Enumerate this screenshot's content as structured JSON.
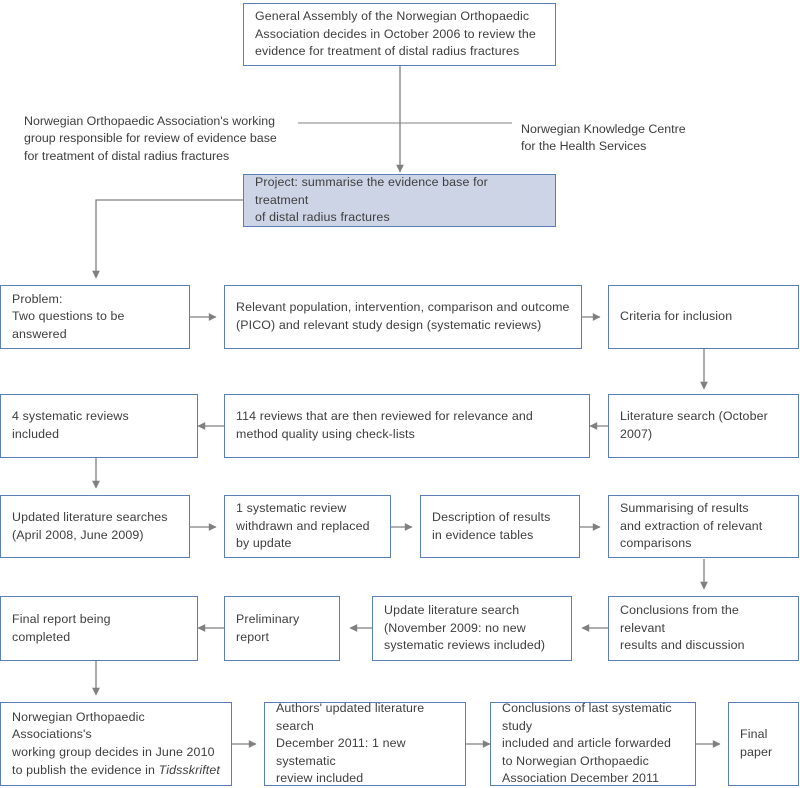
{
  "diagram": {
    "title": "Evidence review process flowchart",
    "colors": {
      "box_border": "#5b7fb4",
      "box_fill": "#ffffff",
      "highlight_fill": "#ccd4e6",
      "connector": "#808080",
      "text": "#3d3d3d",
      "page_background": "#ffffff"
    },
    "nodes": [
      {
        "id": "general-assembly",
        "text": "General Assembly of the Norwegian Orthopaedic\nAssociation decides in October 2006 to review the\nevidence for treatment of distal radius fractures",
        "highlight": false
      },
      {
        "id": "project",
        "text": "Project: summarise the evidence base for treatment\nof distal radius fractures",
        "highlight": true
      },
      {
        "id": "problem",
        "text": "Problem:\nTwo questions to be answered",
        "highlight": false
      },
      {
        "id": "pico",
        "text": "Relevant population, intervention, comparison and outcome\n(PICO) and relevant study design (systematic reviews)",
        "highlight": false
      },
      {
        "id": "criteria-for-inclusion",
        "text": "Criteria for inclusion",
        "highlight": false
      },
      {
        "id": "literature-search-2007",
        "text": "Literature search (October 2007)",
        "highlight": false
      },
      {
        "id": "114-reviews",
        "text": "114 reviews that are then reviewed for relevance and\nmethod quality using check-lists",
        "highlight": false
      },
      {
        "id": "4-systematic-reviews",
        "text": "4 systematic reviews\nincluded",
        "highlight": false
      },
      {
        "id": "updated-literature-searches",
        "text": "Updated literature searches\n(April 2008, June 2009)",
        "highlight": false
      },
      {
        "id": "one-review-withdrawn",
        "text": "1 systematic review\nwithdrawn and replaced\nby update",
        "highlight": false
      },
      {
        "id": "description-of-results",
        "text": "Description of results\nin evidence tables",
        "highlight": false
      },
      {
        "id": "summarising-of-results",
        "text": "Summarising of results\nand extraction of relevant\ncomparisons",
        "highlight": false
      },
      {
        "id": "conclusions-from-results",
        "text": "Conclusions from the relevant\nresults and discussion",
        "highlight": false
      },
      {
        "id": "update-literature-search-2009",
        "text": "Update literature search\n(November 2009: no new\nsystematic reviews included)",
        "highlight": false
      },
      {
        "id": "preliminary-report",
        "text": "Preliminary report",
        "highlight": false
      },
      {
        "id": "final-report-being-completed",
        "text": "Final report being\ncompleted",
        "highlight": false
      },
      {
        "id": "working-group-decides-2010",
        "text": "Norwegian Orthopaedic Associations's\nworking group decides in June 2010\nto publish the evidence in ",
        "italic_tail": "Tidsskriftet",
        "highlight": false
      },
      {
        "id": "authors-updated-search-2011",
        "text": "Authors' updated literature search\nDecember 2011: 1 new systematic\nreview included",
        "highlight": false
      },
      {
        "id": "conclusions-last-study",
        "text": "Conclusions of last systematic study\nincluded and article forwarded\nto Norwegian Orthopaedic\nAssociation December 2011",
        "highlight": false
      },
      {
        "id": "final-paper",
        "text": "Final\npaper",
        "highlight": false
      }
    ],
    "side_labels": [
      {
        "id": "left-annotation",
        "text": "Norwegian Orthopaedic Association's working\ngroup responsible for review of evidence base\nfor treatment of distal radius fractures"
      },
      {
        "id": "right-annotation",
        "text": "Norwegian Knowledge Centre\nfor the Health Services"
      }
    ]
  }
}
